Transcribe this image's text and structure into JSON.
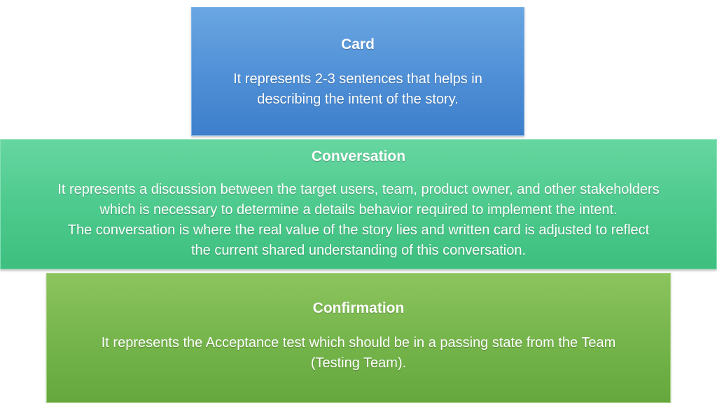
{
  "card": {
    "title": "Card",
    "lines": [
      "It represents 2-3 sentences that helps in",
      "describing the intent of the story."
    ]
  },
  "conversation": {
    "title": "Conversation",
    "lines": [
      "It represents a discussion between the target users, team, product owner, and other stakeholders",
      "which is necessary to determine a details behavior required to implement the intent.",
      "The conversation is where the real value of the story lies and written card is adjusted to reflect",
      "the current shared understanding of this conversation."
    ]
  },
  "confirmation": {
    "title": "Confirmation",
    "lines": [
      "It represents the Acceptance test which should be in a passing state from the Team",
      "(Testing Team)."
    ]
  },
  "colors": {
    "card": "#4f8fd6",
    "conversation": "#4cc98c",
    "confirmation": "#74b44a",
    "text": "#ffffff"
  }
}
